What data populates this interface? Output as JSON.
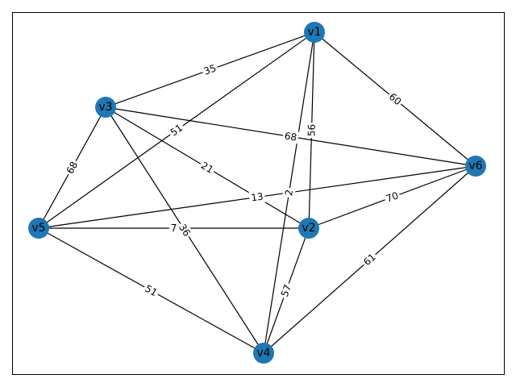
{
  "graph": {
    "node_color": "#1f77b4",
    "nodes": [
      "v1",
      "v2",
      "v3",
      "v4",
      "v5",
      "v6"
    ],
    "edges": [
      {
        "from": "v1",
        "to": "v3",
        "weight": "35"
      },
      {
        "from": "v1",
        "to": "v5",
        "weight": "51"
      },
      {
        "from": "v1",
        "to": "v4",
        "weight": "2"
      },
      {
        "from": "v1",
        "to": "v2",
        "weight": "56"
      },
      {
        "from": "v1",
        "to": "v6",
        "weight": "60"
      },
      {
        "from": "v3",
        "to": "v5",
        "weight": "68"
      },
      {
        "from": "v3",
        "to": "v6",
        "weight": "68"
      },
      {
        "from": "v3",
        "to": "v2",
        "weight": "21"
      },
      {
        "from": "v3",
        "to": "v4",
        "weight": "36"
      },
      {
        "from": "v5",
        "to": "v6",
        "weight": "13"
      },
      {
        "from": "v5",
        "to": "v2",
        "weight": "7"
      },
      {
        "from": "v5",
        "to": "v4",
        "weight": "51"
      },
      {
        "from": "v2",
        "to": "v6",
        "weight": "70"
      },
      {
        "from": "v2",
        "to": "v4",
        "weight": "57"
      },
      {
        "from": "v4",
        "to": "v6",
        "weight": "61"
      }
    ]
  }
}
